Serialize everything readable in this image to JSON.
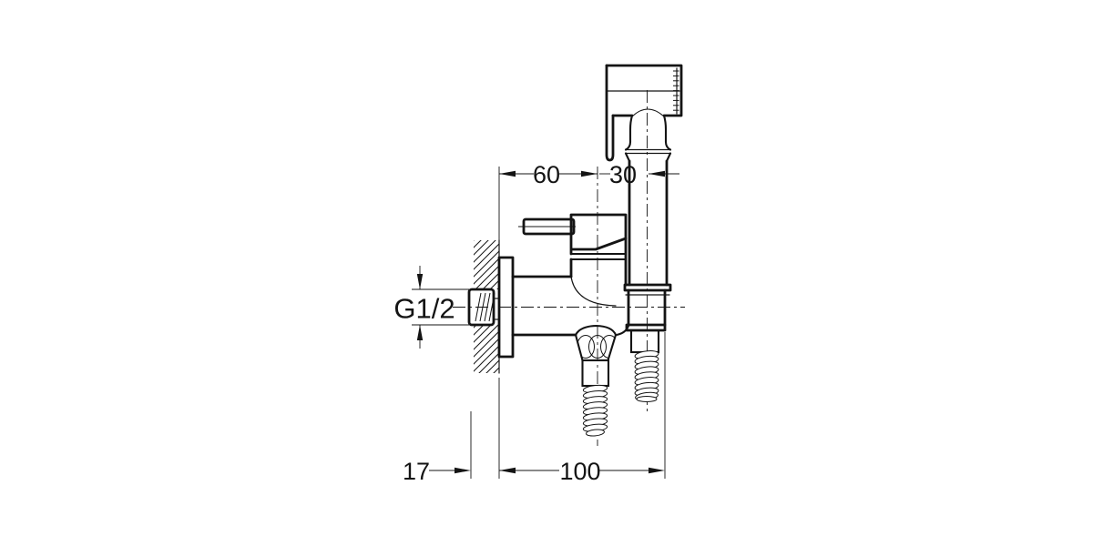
{
  "drawing": {
    "type": "technical-installation-drawing",
    "subject": "wall-mounted bidet shower mixer, side section view",
    "colors": {
      "line": "#141414",
      "background": "#ffffff"
    },
    "dimensions": {
      "body_offset_from_wall": "60",
      "sprayer_offset": "30",
      "inlet_thread": "G1/2",
      "inlet_protrusion": "17",
      "total_depth": "100"
    }
  }
}
